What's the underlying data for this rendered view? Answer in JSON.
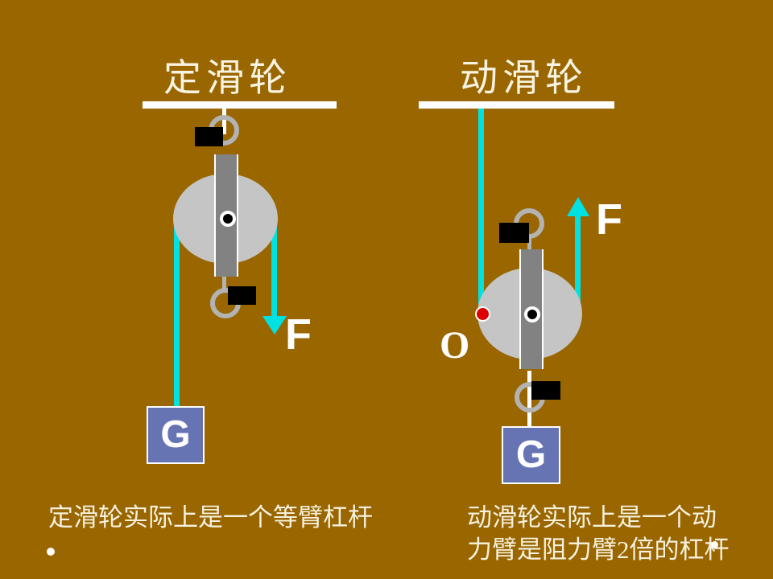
{
  "colors": {
    "background": "#996600",
    "rope_cyan": "#00E2E2",
    "wheel_gray": "#C5C5C5",
    "axle_gray": "#828282",
    "ring_gray": "#B3B3B3",
    "weight_box_blue": "#6674B4",
    "pivot_red": "#DD0000",
    "text_cream": "#F6F1DE"
  },
  "left_panel": {
    "title": "定滑轮",
    "force_label": "F",
    "weight_label": "G",
    "caption": "定滑轮实际上是一个等臂杠杆"
  },
  "right_panel": {
    "title": "动滑轮",
    "force_label": "F",
    "weight_label": "G",
    "pivot_label": "O",
    "caption_line1": "动滑轮实际上是一个动",
    "caption_line2": "力臂是阻力臂2倍的杠杆"
  }
}
